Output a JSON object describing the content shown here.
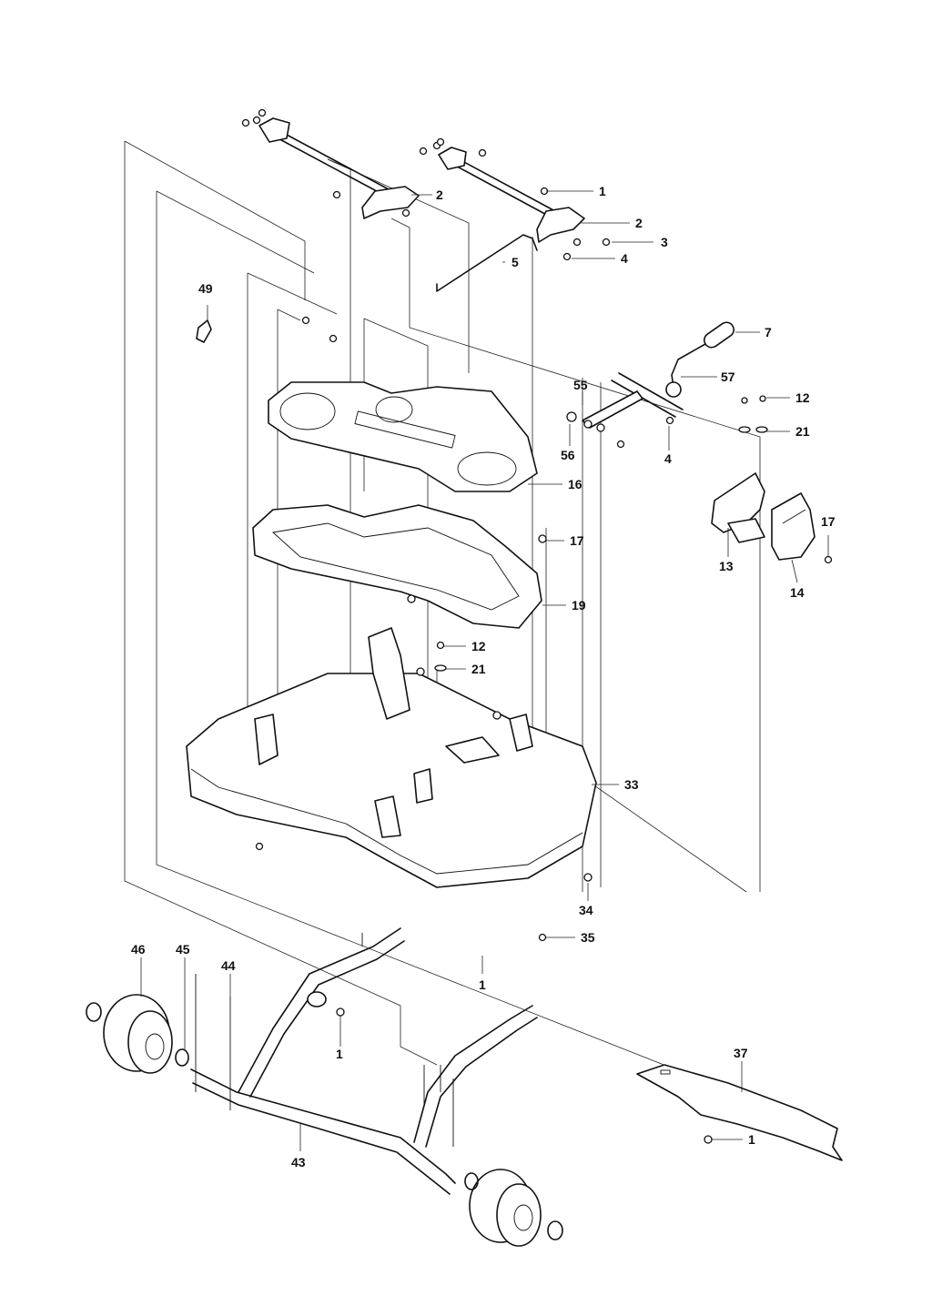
{
  "callouts": [
    {
      "text": "1"
    },
    {
      "text": "2"
    },
    {
      "text": "2"
    },
    {
      "text": "3"
    },
    {
      "text": "4"
    },
    {
      "text": "5"
    },
    {
      "text": "49"
    },
    {
      "text": "7"
    },
    {
      "text": "57"
    },
    {
      "text": "55"
    },
    {
      "text": "12"
    },
    {
      "text": "21"
    },
    {
      "text": "56"
    },
    {
      "text": "4"
    },
    {
      "text": "16"
    },
    {
      "text": "17"
    },
    {
      "text": "17"
    },
    {
      "text": "13"
    },
    {
      "text": "14"
    },
    {
      "text": "19"
    },
    {
      "text": "12"
    },
    {
      "text": "21"
    },
    {
      "text": "33"
    },
    {
      "text": "34"
    },
    {
      "text": "35"
    },
    {
      "text": "1"
    },
    {
      "text": "46"
    },
    {
      "text": "45"
    },
    {
      "text": "44"
    },
    {
      "text": "1"
    },
    {
      "text": "37"
    },
    {
      "text": "1"
    },
    {
      "text": "43"
    }
  ]
}
